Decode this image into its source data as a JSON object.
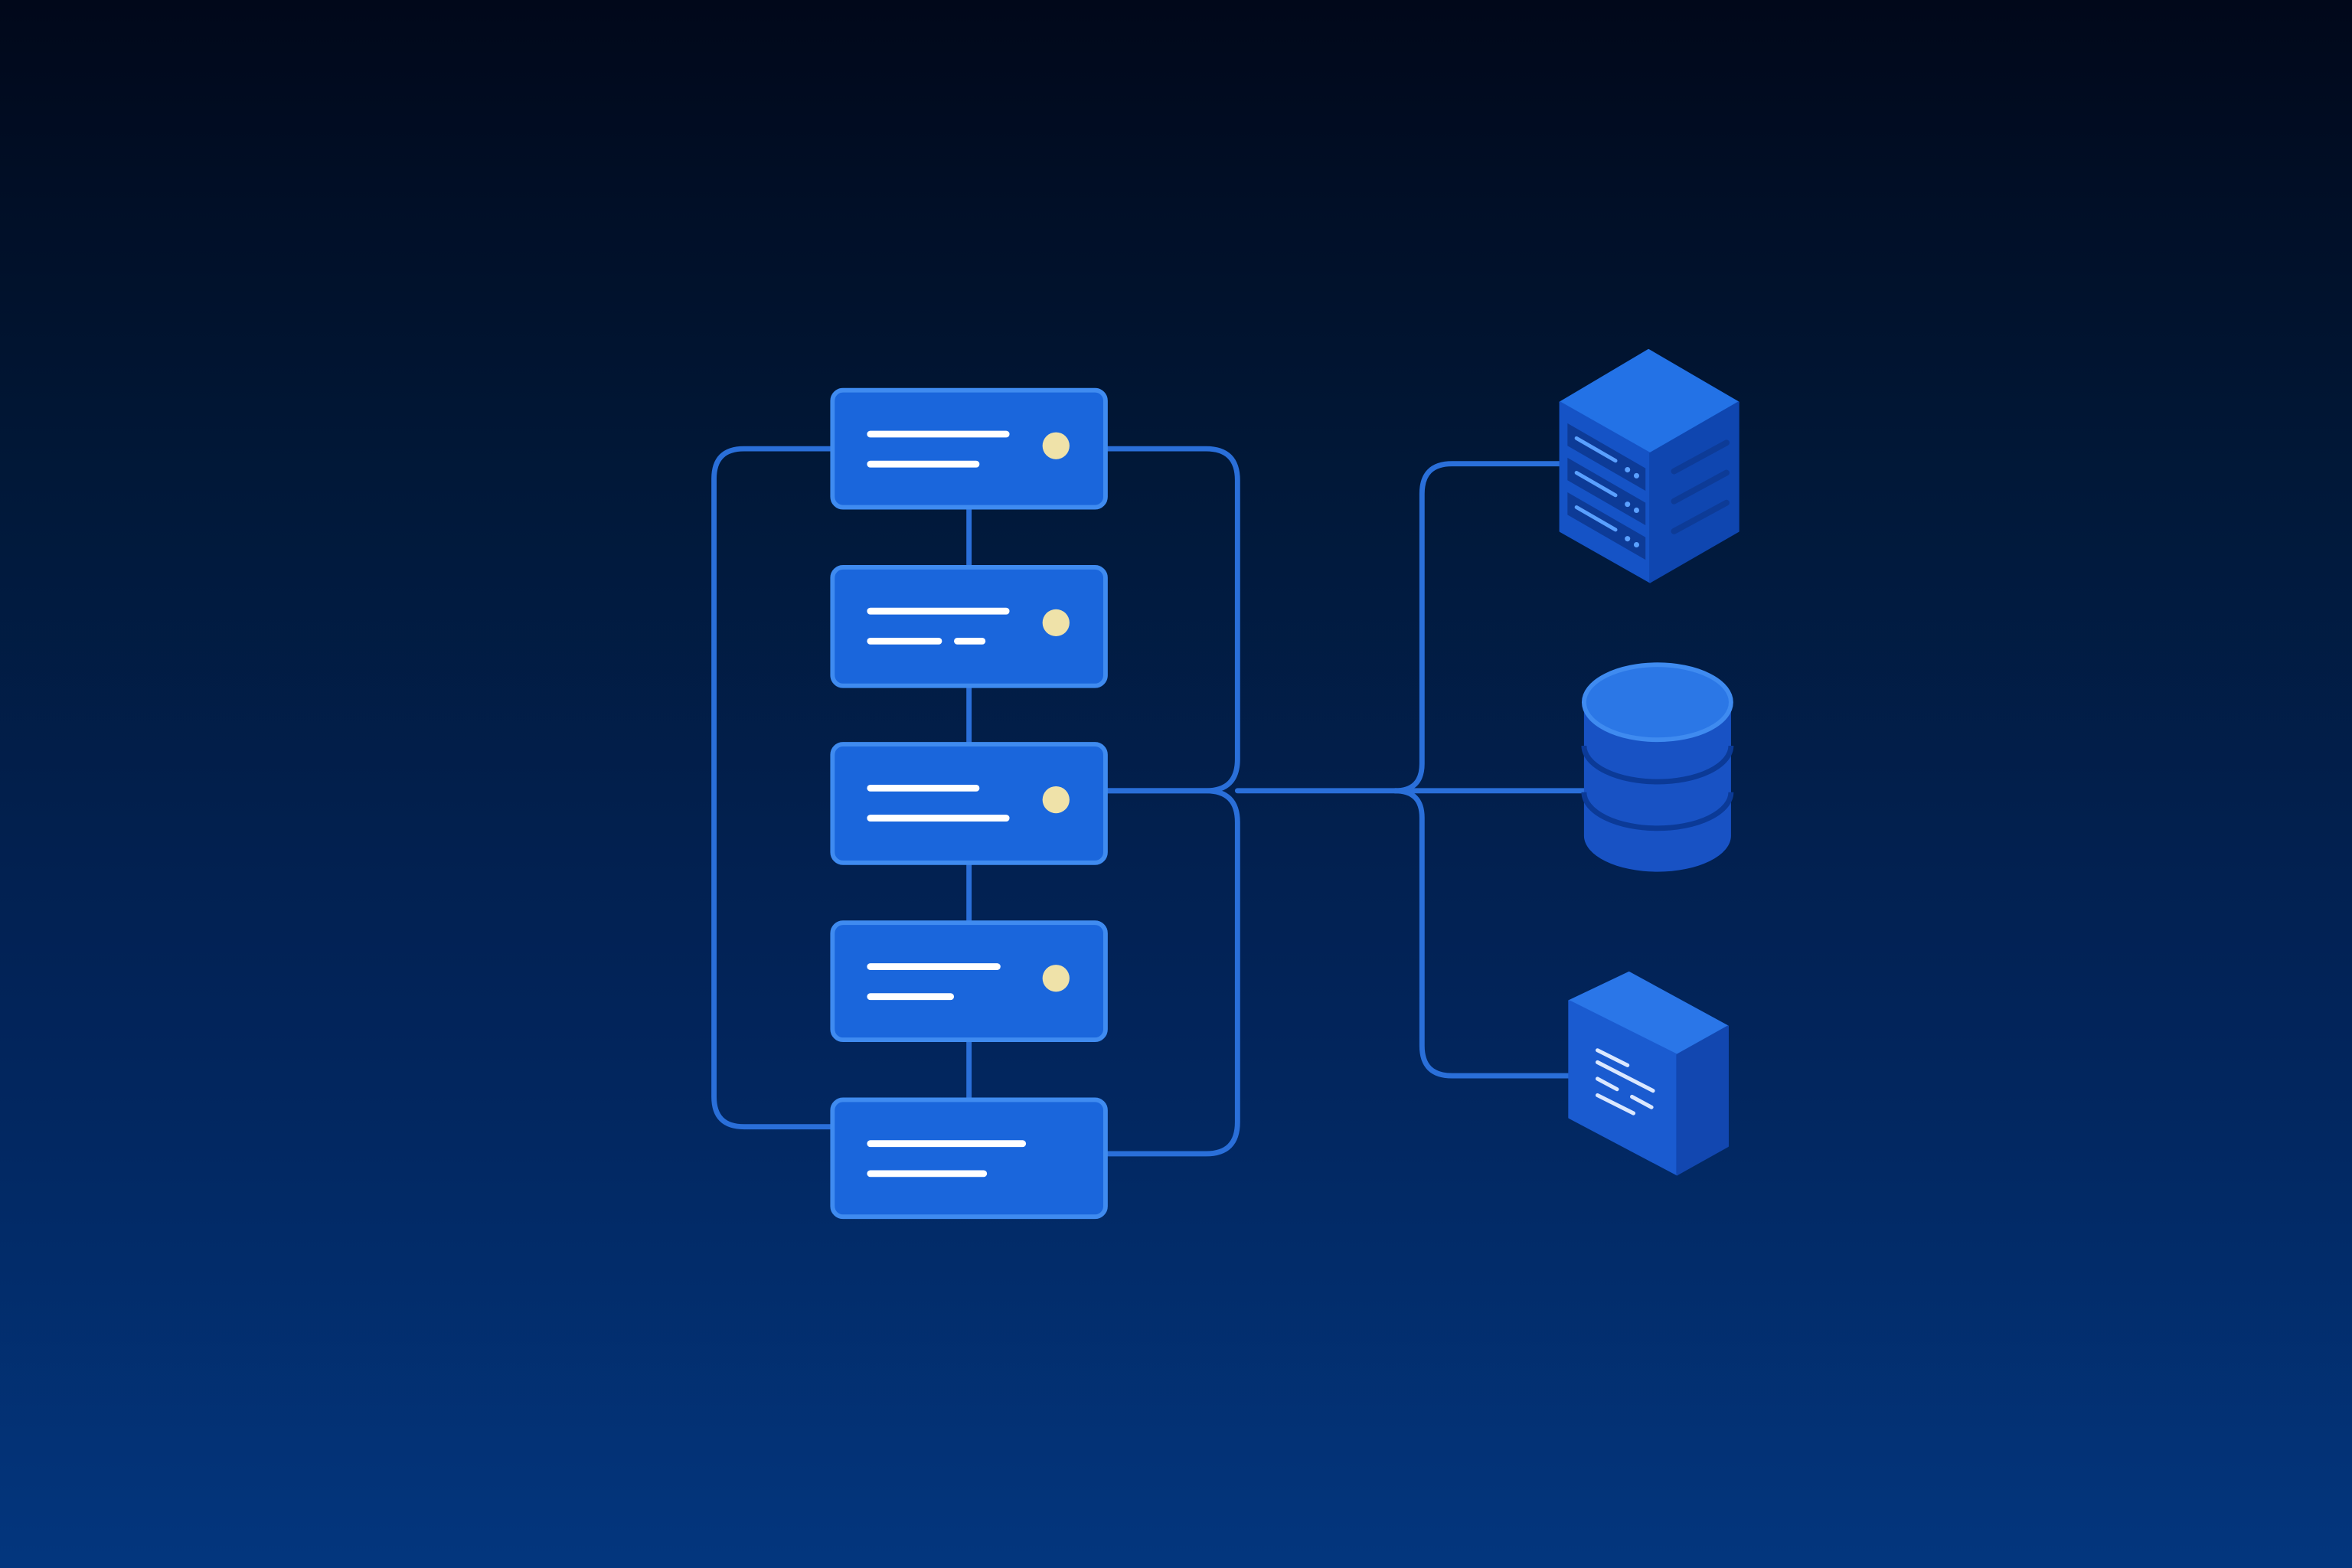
{
  "colors": {
    "background_top": "#01081a",
    "background_bottom": "#03367e",
    "connector": "#2a6fd9",
    "card_fill": "#1a66dc",
    "card_border": "#3f8bf0",
    "card_line": "#ffffff",
    "status_dot": "#efe2a9",
    "server_top": "#2372e6",
    "server_left": "#1553c6",
    "server_right": "#0f46b0",
    "server_slot": "#0d3b97",
    "server_slot_highlight": "#5aa0ff",
    "database_top": "#2b77e6",
    "database_body": "#1852c4",
    "database_band": "#0b3a97",
    "document_front": "#1a5bd0",
    "document_side": "#1247b0",
    "document_top": "#2a76e8"
  },
  "diagram": {
    "nodes": [
      {
        "id": "card-1",
        "kind": "service-card",
        "content_lines": 2,
        "status_dot": true
      },
      {
        "id": "card-2",
        "kind": "service-card",
        "content_lines": 2,
        "status_dot": true
      },
      {
        "id": "card-3",
        "kind": "service-card",
        "content_lines": 2,
        "status_dot": true
      },
      {
        "id": "card-4",
        "kind": "service-card",
        "content_lines": 2,
        "status_dot": true
      },
      {
        "id": "card-5",
        "kind": "service-card",
        "content_lines": 2,
        "status_dot": false
      },
      {
        "id": "server",
        "kind": "server-icon"
      },
      {
        "id": "database",
        "kind": "database-icon"
      },
      {
        "id": "document",
        "kind": "document-icon"
      }
    ],
    "edges": [
      {
        "from": "card-1",
        "to": "card-2"
      },
      {
        "from": "card-2",
        "to": "card-3"
      },
      {
        "from": "card-3",
        "to": "card-4"
      },
      {
        "from": "card-4",
        "to": "card-5"
      },
      {
        "from": "card-1",
        "to": "card-5",
        "route": "left-loop"
      },
      {
        "from": "card-1",
        "to": "card-3",
        "route": "right-loop"
      },
      {
        "from": "card-3",
        "to": "card-5",
        "route": "right-loop"
      },
      {
        "from": "card-3",
        "to": "server"
      },
      {
        "from": "card-3",
        "to": "database"
      },
      {
        "from": "card-3",
        "to": "document"
      }
    ]
  }
}
